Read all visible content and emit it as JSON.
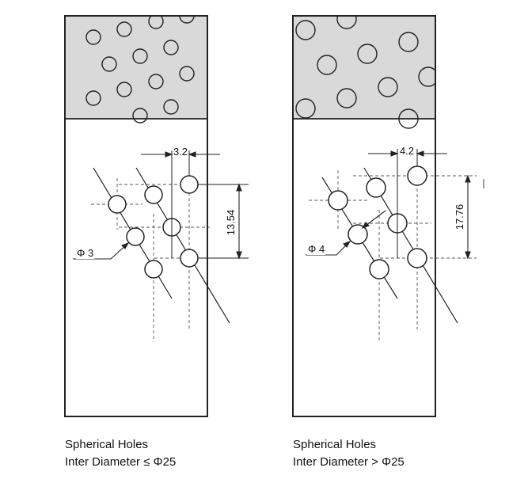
{
  "left_panel": {
    "pitch_label": "3.2",
    "row_spacing_label": "13.54",
    "hole_diameter_label": "Φ 3",
    "caption_line1": "Spherical Holes",
    "caption_line2": "Inter Diameter ≤ Φ25"
  },
  "right_panel": {
    "pitch_label": "4.2",
    "row_spacing_label": "17.76",
    "hole_diameter_label": "Φ 4",
    "caption_line1": "Spherical Holes",
    "caption_line2": "Inter Diameter > Φ25"
  },
  "colors": {
    "shaded_fill": "#d9d9d9",
    "line": "#222222",
    "background": "#ffffff"
  }
}
